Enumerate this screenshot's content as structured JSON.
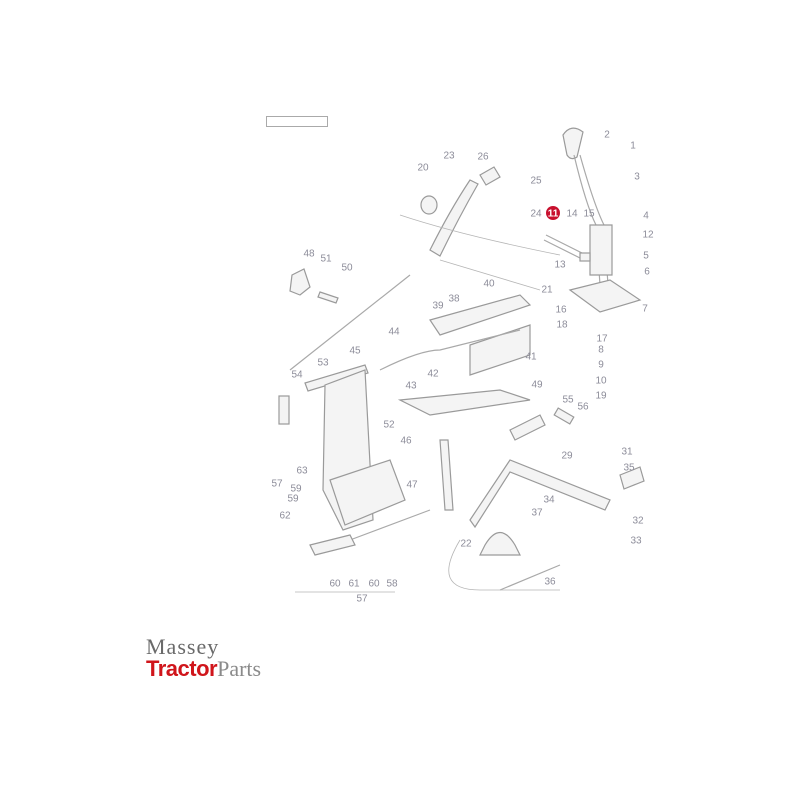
{
  "diagram": {
    "callouts": [
      "2",
      "1",
      "3",
      "20",
      "23",
      "26",
      "25",
      "24",
      "11",
      "14",
      "15",
      "4",
      "12",
      "5",
      "6",
      "13",
      "7",
      "48",
      "51",
      "50",
      "40",
      "21",
      "38",
      "39",
      "16",
      "18",
      "17",
      "8",
      "9",
      "10",
      "19",
      "41",
      "44",
      "45",
      "42",
      "43",
      "53",
      "54",
      "49",
      "55",
      "56",
      "52",
      "46",
      "29",
      "31",
      "35",
      "63",
      "57",
      "59",
      "59",
      "62",
      "47",
      "34",
      "37",
      "32",
      "33",
      "22",
      "36",
      "60",
      "61",
      "60",
      "58",
      "57"
    ],
    "highlighted_callout": "11",
    "highlight_color": "#c8102e",
    "line_color": "#a9a9a9"
  },
  "logo": {
    "line1": "Massey",
    "line2a": "Tractor",
    "line2b": "Parts",
    "red": "#d0151b"
  }
}
